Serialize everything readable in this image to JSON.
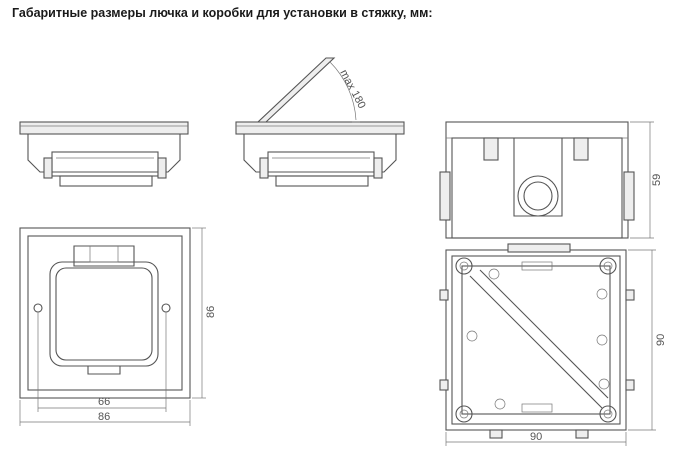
{
  "title": "Габаритные размеры лючка и коробки для установки в стяжку, мм:",
  "dimensions": {
    "hinge_angle": "max 180",
    "box_height": "59",
    "box_side_height": "90",
    "box_side_width": "90",
    "lid_height": "86",
    "lid_hole_spacing": "66",
    "lid_width": "86"
  }
}
